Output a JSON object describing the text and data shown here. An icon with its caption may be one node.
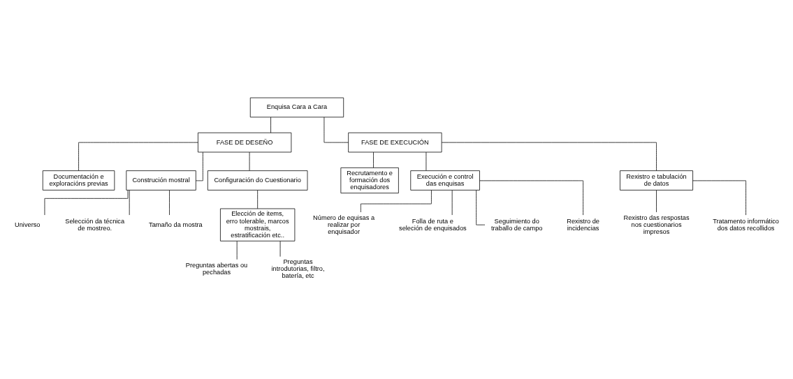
{
  "diagram": {
    "nodes": [
      {
        "text": [
          "Enquisa Cara a Cara"
        ]
      },
      {
        "text": [
          "FASE DE DESEÑO"
        ]
      },
      {
        "text": [
          "FASE DE EXECUCIÓN"
        ]
      },
      {
        "text": [
          "Documentación e exploracións previas"
        ]
      },
      {
        "text": [
          "Construción mostral"
        ]
      },
      {
        "text": [
          "Configuración do Cuestionario"
        ]
      },
      {
        "text": [
          "Elección de items, erro tolerable, marcos mostrais, estratificación etc.."
        ]
      },
      {
        "text": [
          "Preguntas abertas ou pechadas"
        ]
      },
      {
        "text": [
          "Preguntas introdutorias, filtro, batería, etc"
        ]
      },
      {
        "text": [
          "Universo"
        ]
      },
      {
        "text": [
          "Selección da técnica de mostreo."
        ]
      },
      {
        "text": [
          "Tamaño da mostra"
        ]
      },
      {
        "text": [
          "Recrutamento e formación dos enquisadores"
        ]
      },
      {
        "text": [
          "Execución e control das enquisas"
        ]
      },
      {
        "text": [
          "Rexistro e tabulación de datos"
        ]
      },
      {
        "text": [
          "Número de equisas a realizar por enquisador"
        ]
      },
      {
        "text": [
          "Folla de ruta e seleción de enquisados"
        ]
      },
      {
        "text": [
          "Seguimiento do traballo de campo"
        ]
      },
      {
        "text": [
          "Rexistro de incidencias"
        ]
      },
      {
        "text": [
          "Rexistro das respostas nos cuestionarios impresos"
        ]
      },
      {
        "text": [
          "Tratamento informático dos datos recollidos"
        ]
      }
    ],
    "edges": [
      {
        "from": 0,
        "to": 1,
        "arrow": "none"
      },
      {
        "from": 0,
        "to": 2,
        "arrow": "none"
      },
      {
        "from": 1,
        "to": 3,
        "arrow": "none"
      },
      {
        "from": 1,
        "to": 4,
        "arrow": "none"
      },
      {
        "from": 1,
        "to": 5,
        "arrow": "none"
      },
      {
        "from": 5,
        "to": 6,
        "arrow": "none"
      },
      {
        "from": 6,
        "to": 7,
        "arrow": "none"
      },
      {
        "from": 6,
        "to": 8,
        "arrow": "none"
      },
      {
        "from": 4,
        "to": 9,
        "arrow": "none"
      },
      {
        "from": 4,
        "to": 10,
        "arrow": "none"
      },
      {
        "from": 4,
        "to": 11,
        "arrow": "none"
      },
      {
        "from": 2,
        "to": 12,
        "arrow": "none"
      },
      {
        "from": 2,
        "to": 13,
        "arrow": "none"
      },
      {
        "from": 2,
        "to": 14,
        "arrow": "none"
      },
      {
        "from": 13,
        "to": 15,
        "arrow": "none"
      },
      {
        "from": 13,
        "to": 16,
        "arrow": "none"
      },
      {
        "from": 13,
        "to": 17,
        "arrow": "none"
      },
      {
        "from": 13,
        "to": 18,
        "arrow": "none"
      },
      {
        "from": 14,
        "to": 19,
        "arrow": "none"
      },
      {
        "from": 14,
        "to": 20,
        "arrow": "none"
      }
    ]
  }
}
